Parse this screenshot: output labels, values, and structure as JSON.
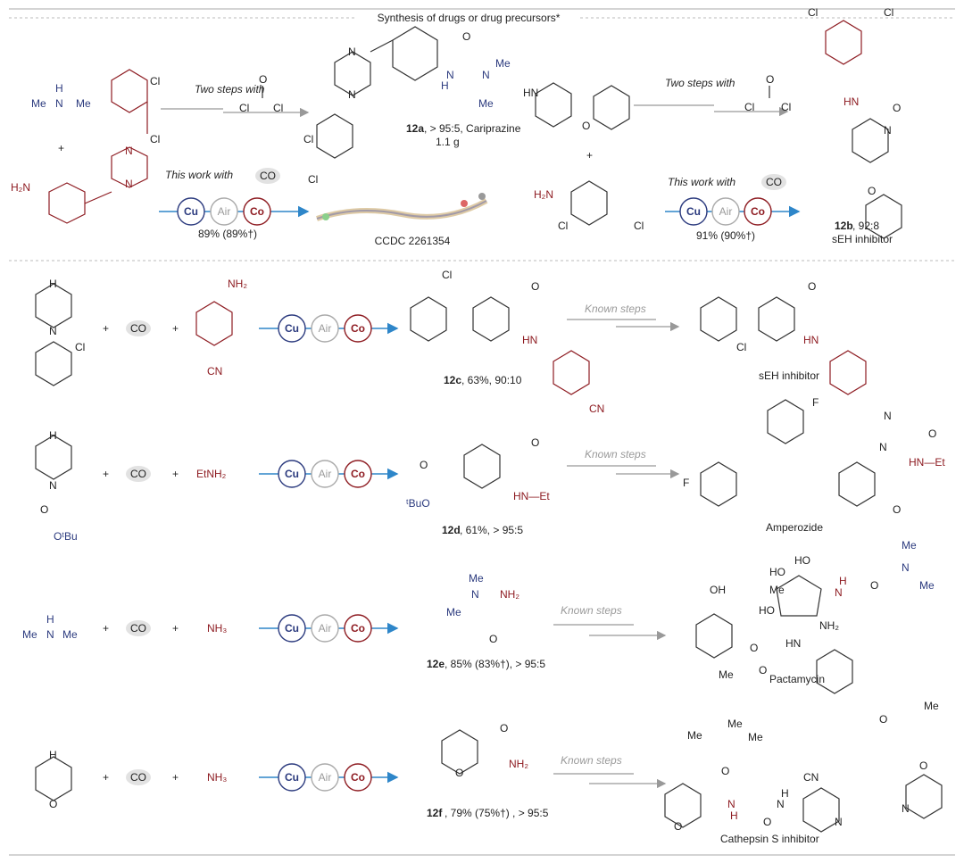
{
  "header": {
    "title": "Synthesis of drugs or drug precursors*"
  },
  "catalyst": {
    "cu": "Cu",
    "air": "Air",
    "co": "Co"
  },
  "top_left": {
    "amine": "Me–N(H)–Me",
    "plus": "+",
    "reagent_amine_label": "H₂N",
    "cl1": "Cl",
    "cl2": "Cl",
    "two_steps": "Two steps with",
    "this_work": "This work with",
    "co_label": "CO",
    "yield": "89% (89%†)",
    "product_label": "12a",
    "product_desc": ", > 95:5, Cariprazine",
    "product_scale": "1.1 g",
    "ccdc": "CCDC 2261354",
    "phosgene_o": "O",
    "phosgene_cl1": "Cl",
    "phosgene_cl2": "Cl"
  },
  "top_right": {
    "two_steps": "Two steps with",
    "this_work": "This work  with",
    "co_label": "CO",
    "yield": "91% (90%†)",
    "product_label": "12b",
    "product_desc": ", 92:8",
    "product_use": "sEH inhibitor",
    "nh": "HN",
    "h2n": "H₂N",
    "cl": "Cl"
  },
  "rows": [
    {
      "reactants": [
        "+",
        "CO",
        "+"
      ],
      "arrow_text": "Known steps",
      "product": "12c",
      "product_desc": ", 63%, 90:10",
      "target": "sEH inhibitor",
      "extra": [
        "NH₂",
        "CN",
        "HN",
        "Cl"
      ]
    },
    {
      "reactants": [
        "+",
        "CO",
        "+",
        "EtNH₂"
      ],
      "arrow_text": "Known steps",
      "product": "12d",
      "product_desc": ", 61%, > 95:5",
      "target": "Amperozide",
      "extra": [
        "ᵗBuO",
        "HN—Et",
        "OᵗBu",
        "F"
      ]
    },
    {
      "reactants": [
        "+",
        "CO",
        "+",
        "NH₃"
      ],
      "arrow_text": "Known steps",
      "product": "12e",
      "product_desc": ", 85% (83%†), > 95:5",
      "target": "Pactamycin",
      "extra": [
        "Me",
        "NH₂",
        "OH",
        "HO"
      ]
    },
    {
      "reactants": [
        "+",
        "CO",
        "+",
        "NH₃"
      ],
      "arrow_text": "Known steps",
      "product": "12f",
      "product_desc": ", 79% (75%†) , > 95:5",
      "target": "Cathepsin S inhibitor",
      "extra": [
        "NH₂",
        "O",
        "CN",
        "Me"
      ]
    }
  ]
}
